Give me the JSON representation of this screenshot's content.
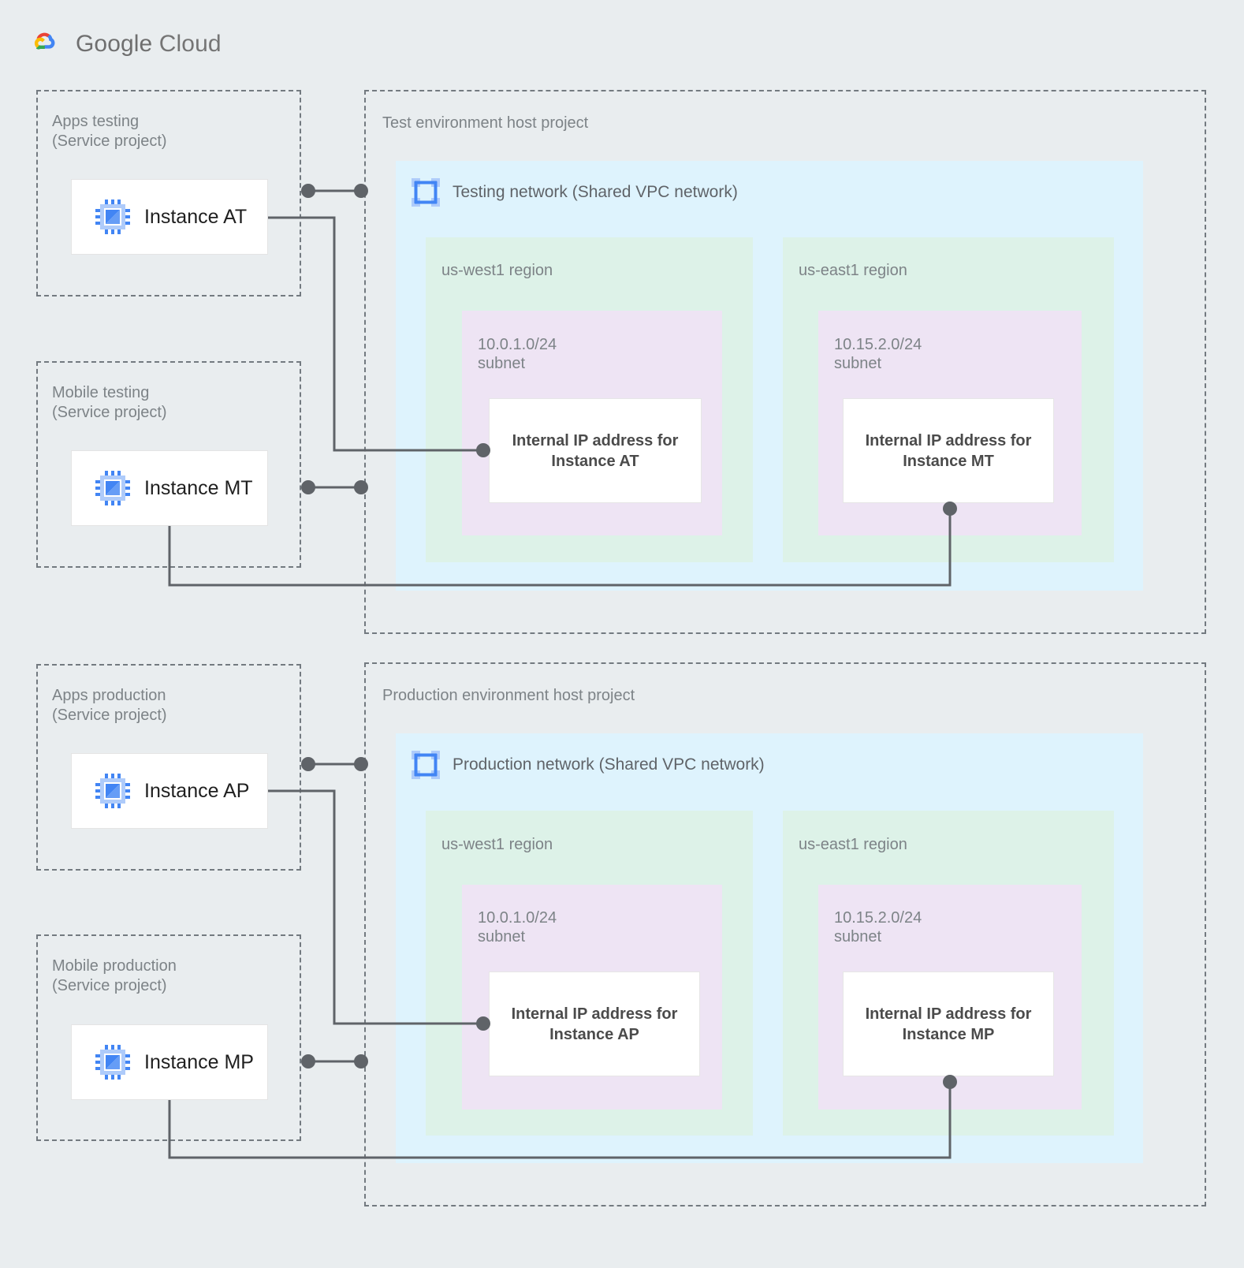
{
  "brand": {
    "name_bold": "Google",
    "name_light": "Cloud",
    "logo_icon": "google-cloud-logo"
  },
  "colors": {
    "page_background": "#e9edef",
    "network_fill": "#def3fd",
    "region_fill": "#ddf2e8",
    "subnet_fill": "#eee4f4",
    "card_fill": "#ffffff",
    "dashed_border": "#737a80",
    "connector": "#5f6368",
    "label_text": "#7d8387",
    "icon_blue": "#4285f4",
    "icon_blue_light": "#8ab4f8"
  },
  "service_projects": [
    {
      "id": "apps-testing",
      "title": "Apps testing\n(Service project)",
      "instance": {
        "label": "Instance AT",
        "icon": "chip-icon"
      }
    },
    {
      "id": "mobile-testing",
      "title": "Mobile testing\n(Service project)",
      "instance": {
        "label": "Instance MT",
        "icon": "chip-icon"
      }
    },
    {
      "id": "apps-production",
      "title": "Apps production\n(Service project)",
      "instance": {
        "label": "Instance AP",
        "icon": "chip-icon"
      }
    },
    {
      "id": "mobile-production",
      "title": "Mobile production\n(Service project)",
      "instance": {
        "label": "Instance MP",
        "icon": "chip-icon"
      }
    }
  ],
  "host_projects": [
    {
      "id": "test-host",
      "title": "Test environment host project",
      "network": {
        "title": "Testing network (Shared VPC network)",
        "icon": "vpc-network-icon",
        "regions": [
          {
            "title": "us-west1 region",
            "subnet": {
              "title": "10.0.1.0/24\nsubnet",
              "ip_card": "Internal IP address for\nInstance AT"
            }
          },
          {
            "title": "us-east1 region",
            "subnet": {
              "title": "10.15.2.0/24\nsubnet",
              "ip_card": "Internal IP address for\nInstance MT"
            }
          }
        ]
      }
    },
    {
      "id": "production-host",
      "title": "Production environment host project",
      "network": {
        "title": "Production network (Shared VPC network)",
        "icon": "vpc-network-icon",
        "regions": [
          {
            "title": "us-west1 region",
            "subnet": {
              "title": "10.0.1.0/24\nsubnet",
              "ip_card": "Internal IP address for\nInstance AP"
            }
          },
          {
            "title": "us-east1 region",
            "subnet": {
              "title": "10.15.2.0/24\nsubnet",
              "ip_card": "Internal IP address for\nInstance MP"
            }
          }
        ]
      }
    }
  ]
}
